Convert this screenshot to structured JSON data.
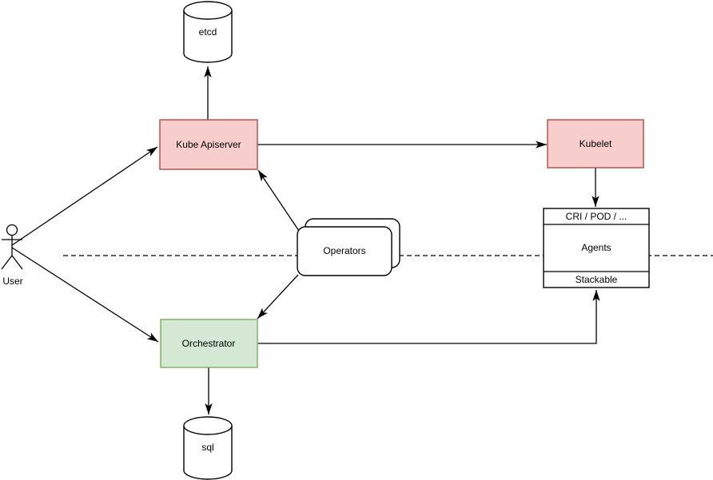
{
  "colors": {
    "red_fill": "#f8cecc",
    "red_stroke": "#b85450",
    "green_fill": "#d5e8d4",
    "green_stroke": "#82b366",
    "plain_fill": "#ffffff",
    "line": "#000000",
    "background": "#ffffff"
  },
  "nodes": {
    "user": {
      "label": "User",
      "shape": "actor"
    },
    "etcd": {
      "label": "etcd",
      "shape": "cylinder"
    },
    "kube_apiserver": {
      "label": "Kube Apiserver",
      "shape": "rectangle"
    },
    "kubelet": {
      "label": "Kubelet",
      "shape": "rectangle"
    },
    "operators": {
      "label": "Operators",
      "shape": "stacked-rounded-rectangle"
    },
    "orchestrator": {
      "label": "Orchestrator",
      "shape": "rectangle"
    },
    "sql": {
      "label": "sql",
      "shape": "cylinder"
    },
    "agents": {
      "shape": "partitioned-rectangle",
      "rows": {
        "top": "CRI / POD / ...",
        "middle": "Agents",
        "bottom": "Stackable"
      }
    }
  },
  "edges": [
    {
      "from": "user",
      "to": "kube_apiserver",
      "style": "solid-arrow"
    },
    {
      "from": "user",
      "to": "orchestrator",
      "style": "solid-arrow"
    },
    {
      "from": "kube_apiserver",
      "to": "etcd",
      "style": "solid-arrow"
    },
    {
      "from": "kube_apiserver",
      "to": "kubelet",
      "style": "solid-arrow"
    },
    {
      "from": "kubelet",
      "to": "agents",
      "style": "solid-arrow"
    },
    {
      "from": "operators",
      "to": "kube_apiserver",
      "style": "solid-arrow"
    },
    {
      "from": "operators",
      "to": "orchestrator",
      "style": "solid-arrow"
    },
    {
      "from": "orchestrator",
      "to": "sql",
      "style": "solid-arrow"
    },
    {
      "from": "orchestrator",
      "to": "agents",
      "style": "solid-arrow"
    },
    {
      "name": "boundary",
      "style": "dashed-line"
    }
  ]
}
